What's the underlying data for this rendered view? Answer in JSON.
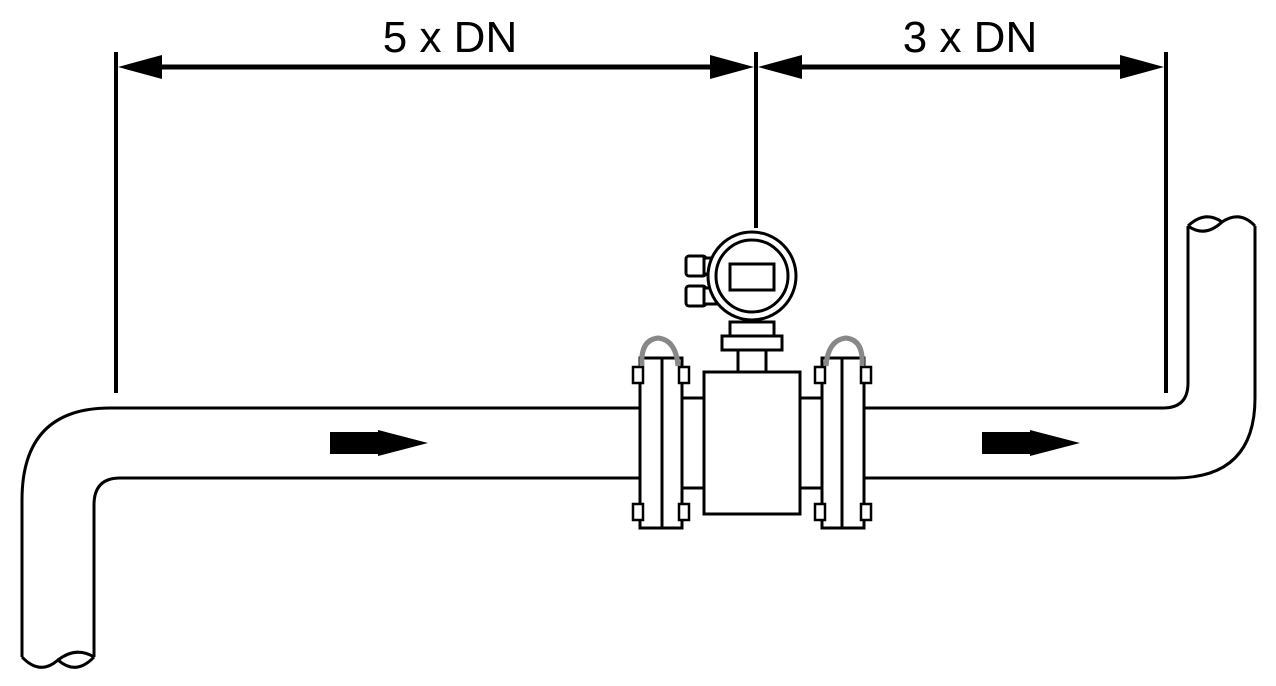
{
  "diagram": {
    "dimensions": {
      "upstream_label": "5 x DN",
      "downstream_label": "3 x DN"
    },
    "flow_direction": "left-to-right",
    "components": [
      "pipe",
      "electromagnetic-flowmeter",
      "flanges",
      "transmitter-head",
      "flow-arrow"
    ],
    "colors": {
      "line": "#000000",
      "ground_strap": "#888888",
      "background": "#ffffff"
    }
  }
}
